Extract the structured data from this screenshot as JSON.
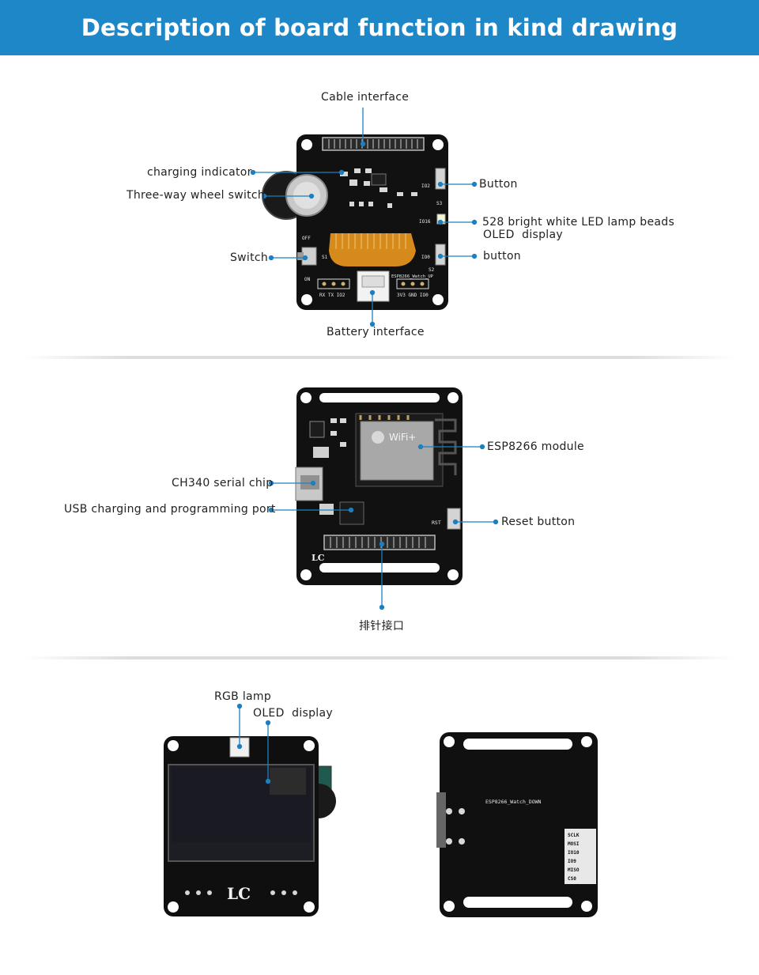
{
  "header": {
    "title": "Description of board function in kind drawing"
  },
  "section_top": {
    "labels": {
      "cable_interface": "Cable interface",
      "charging_indicator": "charging indicator",
      "three_way_wheel_switch": "Three-way wheel switch",
      "switch": "Switch",
      "battery_interface": "Battery interface",
      "button_upper": "Button",
      "led_lamp_beads": "528 bright white LED lamp beads",
      "oled_display": "OLED  display",
      "button_lower": "button"
    },
    "silkscreen": {
      "board_name": "ESP8266_Watch_UP",
      "io2": "IO2",
      "io16": "IO16",
      "io0": "IO0",
      "off": "OFF",
      "on": "ON",
      "s1": "S1",
      "s2": "S2",
      "s3": "S3",
      "p2_pins": "RX TX IO2",
      "p1_pins": "3V3 GND IO0"
    }
  },
  "section_middle": {
    "labels": {
      "esp8266_module": "ESP8266 module",
      "ch340_chip": "CH340 serial chip",
      "usb_port": "USB charging and programming port",
      "reset_button": "Reset button",
      "pin_header": "排针接口"
    },
    "silkscreen": {
      "wifi": "WiFi+",
      "rst": "RST",
      "logo": "LC"
    }
  },
  "section_bottom": {
    "labels": {
      "rgb_lamp": "RGB lamp",
      "oled_display": "OLED  display"
    },
    "silkscreen": {
      "logo": "LC",
      "board_name": "ESP8266_Watch_DOWN",
      "pins": [
        "SCLK",
        "MOSI",
        "IO10",
        "IO9",
        "MISO",
        "CS0"
      ]
    }
  },
  "colors": {
    "banner": "#1d87c8",
    "pointer": "#1d7fc0",
    "pcb": "#111111",
    "flex_cable": "#d68a1c"
  }
}
